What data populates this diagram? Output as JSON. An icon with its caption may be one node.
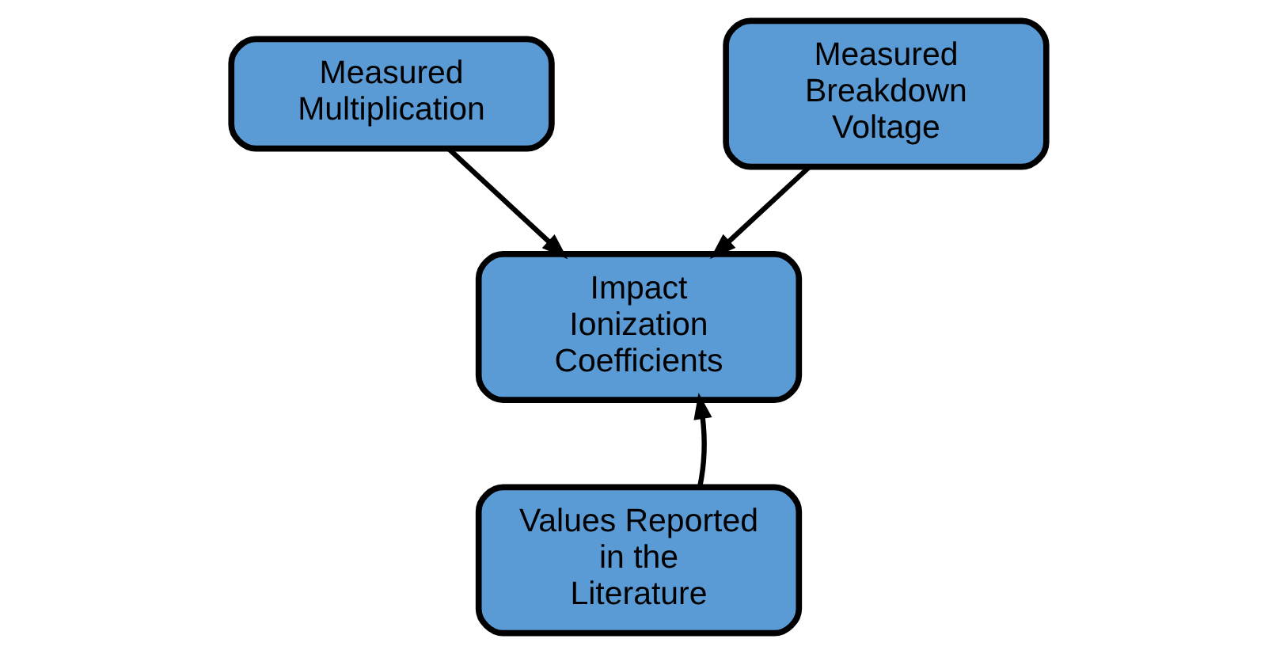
{
  "diagram": {
    "nodes": [
      {
        "text": [
          "Measured Multiplication"
        ]
      },
      {
        "text": [
          "Measured Breakdown Voltage"
        ]
      },
      {
        "text": [
          "Impact Ionization Coefficients"
        ]
      },
      {
        "text": [
          "Values Reported in the Literature"
        ]
      }
    ],
    "edges": [
      {
        "from": 0,
        "to": 2,
        "arrow": "to"
      },
      {
        "from": 1,
        "to": 2,
        "arrow": "to"
      },
      {
        "from": 3,
        "to": 2,
        "arrow": "to"
      }
    ]
  }
}
